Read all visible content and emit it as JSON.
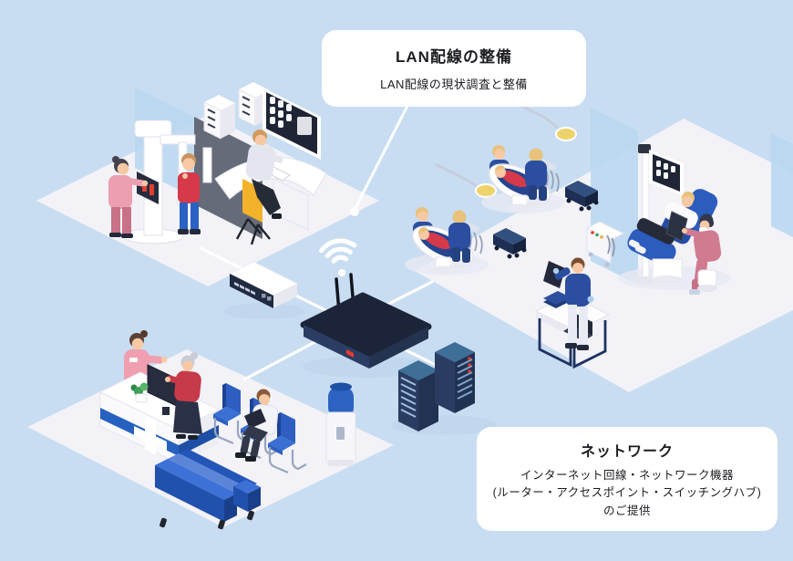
{
  "callouts": {
    "lan": {
      "title": "LAN配線の整備",
      "description": "LAN配線の現状調査と整備"
    },
    "network": {
      "title": "ネットワーク",
      "lines": [
        "インターネット回線・ネットワーク機器",
        "(ルーター・アクセスポイント・スイッチングハブ)",
        "のご提供"
      ]
    }
  },
  "illustration": {
    "background_color": "#c8ddf1",
    "floor_color": "#f2f2f7",
    "connection_line_color": "#ffffff",
    "scenes": [
      "xray-room",
      "dental-treatment-room",
      "reception-waiting-area"
    ],
    "devices": [
      "switching-hub",
      "wifi-router",
      "server-racks"
    ],
    "icons": [
      "wifi-icon"
    ]
  },
  "palette": {
    "accent_blue": "#2e5fc0",
    "navy": "#1b2438",
    "scrub_blue": "#2b4ea0",
    "red": "#d5394a",
    "pink": "#ef9fb0",
    "steel_blue": "#3e6f96",
    "glass_blue": "#b7d7f0"
  }
}
